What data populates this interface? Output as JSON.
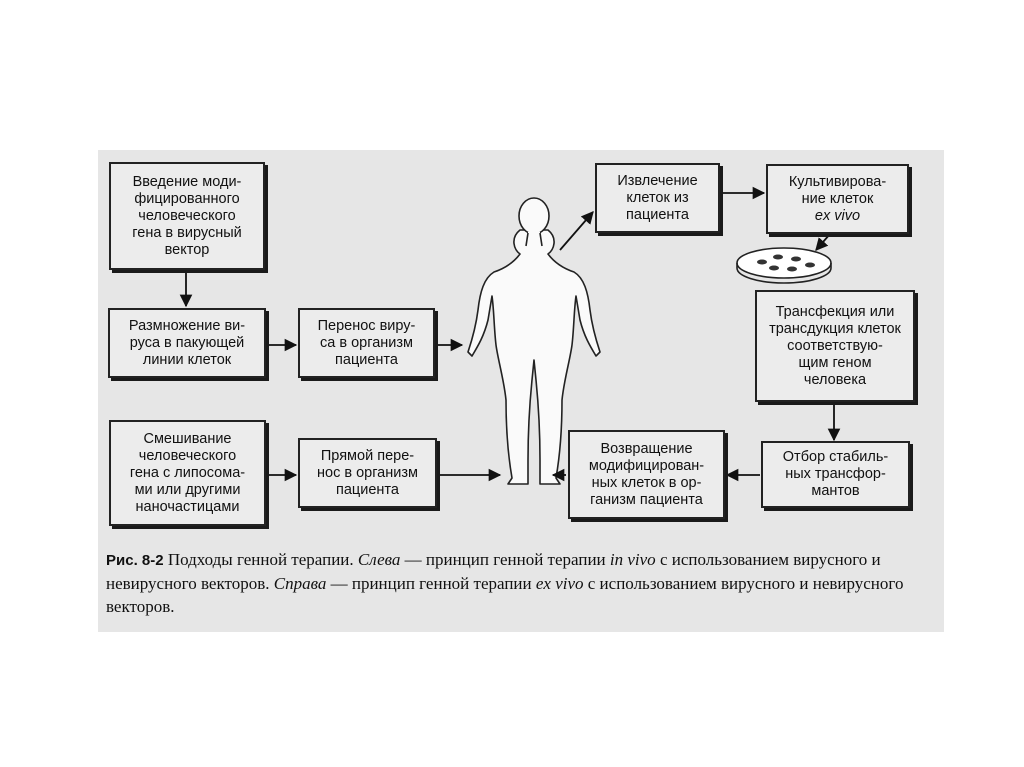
{
  "boxes": {
    "introduce_gene": "Введение моди-\nфицированного\nчеловеческого\nгена в вирусный\nвектор",
    "virus_multiplication": "Размножение ви-\nруса в пакующей\nлинии клеток",
    "virus_transfer": "Перенос виру-\nса в организм\nпациента",
    "mixing_gene": "Смешивание\nчеловеческого\nгена с липосома-\nми или другими\nнаночастицами",
    "direct_transfer": "Прямой пере-\nнос в организм\nпациента",
    "cell_extraction": "Извлечение\nклеток из\nпациента",
    "return_cells": "Возвращение\nмодифицирован-\nных клеток в ор-\nганизм пациента",
    "select_stable": "Отбор стабиль-\nных трансфор-\nмантов",
    "transfection": "Трансфекция или\nтрансдукция клеток\nсоответствую-\nщим геном\nчеловека",
    "cultivation_text": "Культивирова-\nние клеток",
    "cultivation_italic": "ex vivo"
  },
  "caption": {
    "label": "Рис. 8-2",
    "t1": " Подходы генной терапии. ",
    "left": "Слева",
    "t2": " — принцип генной терапии ",
    "in_vivo": "in vivo",
    "t3": " с использованием вирусного и невирусного векторов. ",
    "right": "Справа",
    "t4": " — принцип генной терапии ",
    "ex_vivo": "ex vivo",
    "t5": " с использованием вирусного и невирусного векторов."
  }
}
